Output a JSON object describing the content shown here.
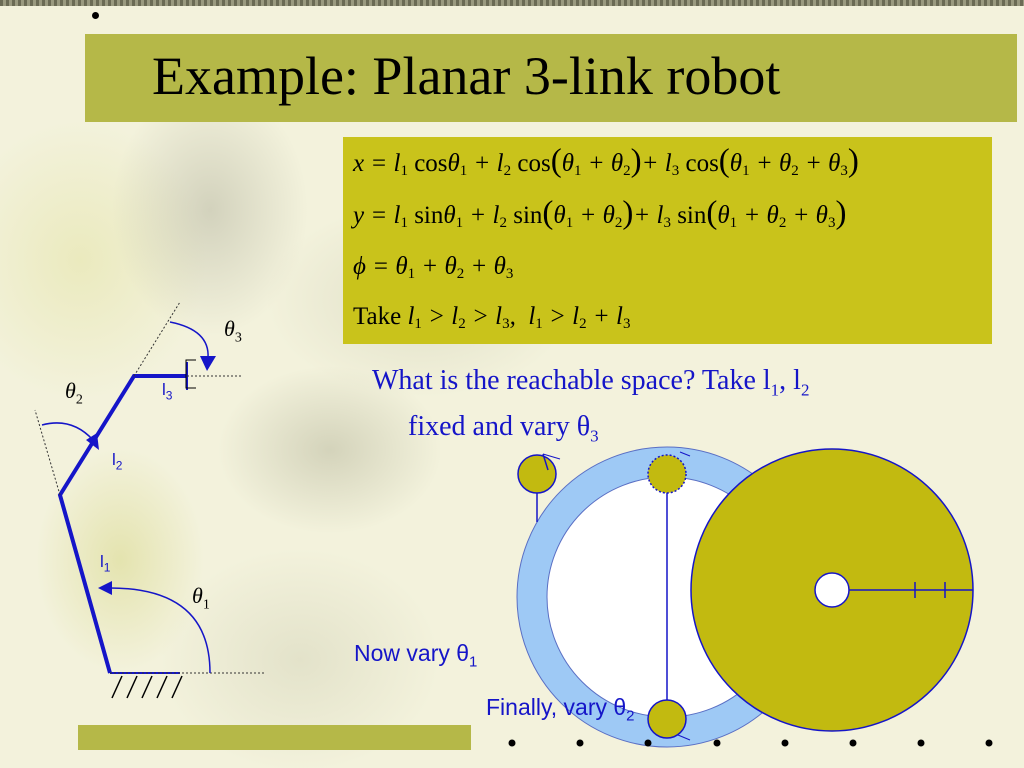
{
  "slide": {
    "title": "Example: Planar 3-link robot"
  },
  "equations": {
    "x": {
      "lhs": "x",
      "l": "l",
      "cos": "cos",
      "theta": "θ",
      "s1": "1",
      "s2": "2",
      "s3": "3"
    },
    "y": {
      "lhs": "y",
      "sin": "sin"
    },
    "phi": {
      "lhs": "ϕ"
    },
    "take": {
      "word": "Take"
    }
  },
  "question": {
    "line1_prefix": "What is the reachable space? Take l",
    "sub1": "1",
    "comma": ", l",
    "sub2": "2",
    "line2_prefix": "fixed and vary θ",
    "sub3": "3"
  },
  "annotations": {
    "now_vary_prefix": "Now vary θ",
    "now_vary_sub": "1",
    "finally_prefix": "Finally, vary θ",
    "finally_sub": "2"
  },
  "robot_labels": {
    "theta": "θ",
    "l": "l",
    "s1": "1",
    "s2": "2",
    "s3": "3"
  },
  "colors": {
    "title_bar": "#b5b848",
    "equation_box": "#c9c31b",
    "text_blue": "#1515c8",
    "annulus": "#9ec9f5",
    "disk": "#c2ba10"
  }
}
